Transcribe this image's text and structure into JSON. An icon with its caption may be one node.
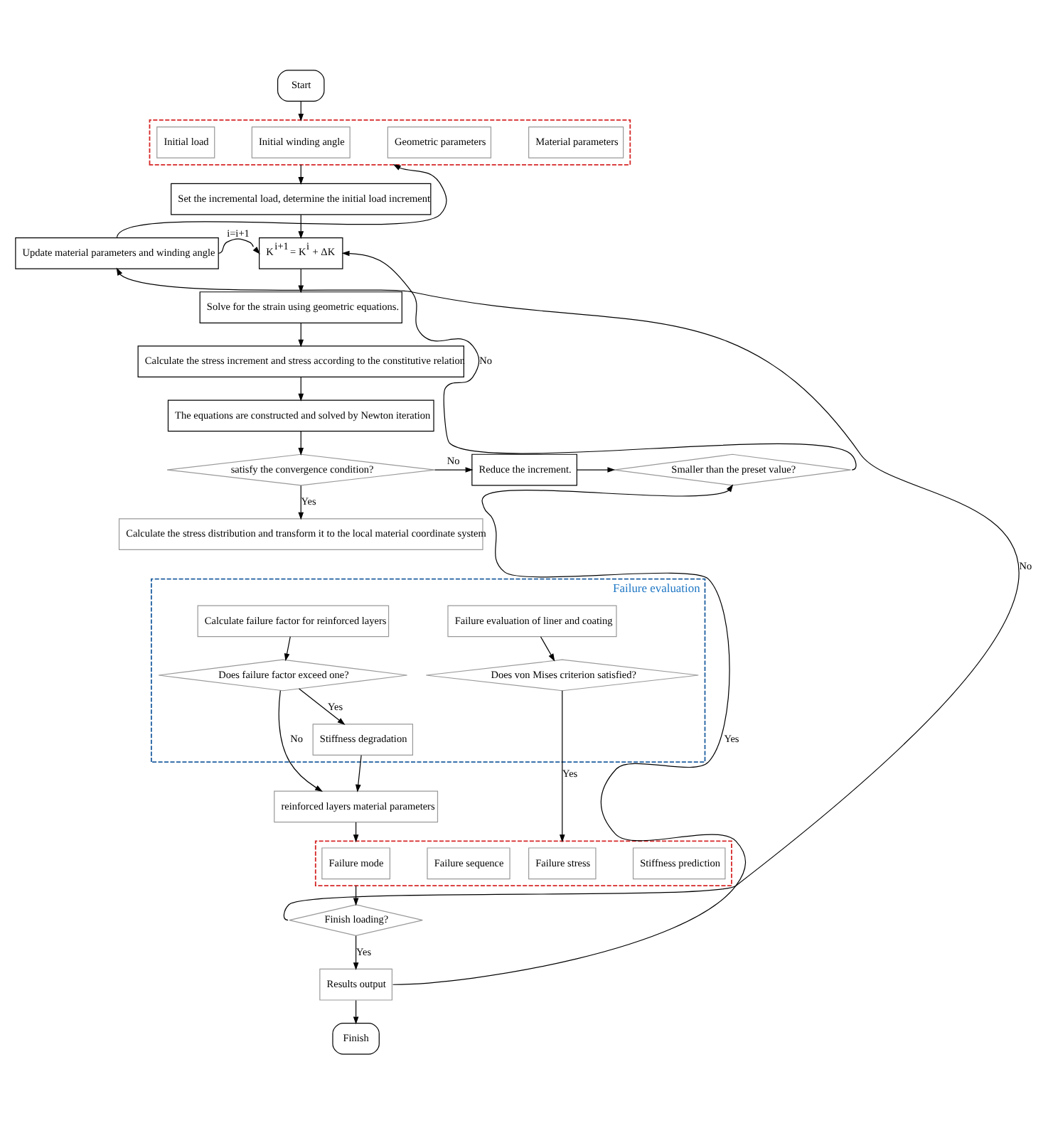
{
  "diagram": {
    "nodes": [
      {
        "text": [
          "Start"
        ]
      },
      {
        "text": [],
        "shape": "box"
      },
      {
        "text": [
          "Initial load"
        ],
        "in": 1
      },
      {
        "text": [
          "Initial winding angle"
        ],
        "in": 1
      },
      {
        "text": [
          "Geometric parameters"
        ],
        "in": 1
      },
      {
        "text": [
          "Material parameters"
        ],
        "in": 1
      },
      {
        "text": [
          "Set the incremental load, determine the initial load increment"
        ]
      },
      {
        "text": [
          "K$^{i+1}$ = K$^{i}$ + ΔK"
        ]
      },
      {
        "text": [
          "Solve for the strain using geometric equations."
        ]
      },
      {
        "text": [
          "Calculate the stress increment and stress according to the constitutive relation"
        ]
      },
      {
        "text": [
          "The equations are constructed and solved by Newton iteration"
        ]
      },
      {
        "text": [
          "satisfy the convergence condition?"
        ]
      },
      {
        "text": [
          "Reduce the increment."
        ]
      },
      {
        "text": [
          "Smaller than the preset value?"
        ]
      },
      {
        "text": [
          "Calculate the stress distribution and transform it to the local material coordinate system"
        ]
      },
      {
        "text": [
          "Failure evaluation"
        ]
      },
      {
        "text": [
          "Failure evaluation of liner and coating"
        ],
        "in": 15
      },
      {
        "text": [
          "Does von Mises criterion satisfied?"
        ],
        "in": 15
      },
      {
        "text": [
          "Calculate failure factor for reinforced layers"
        ],
        "in": 15
      },
      {
        "text": [
          "Does failure factor exceed one?"
        ],
        "in": 15
      },
      {
        "text": [
          "Stiffness degradation"
        ],
        "in": 15
      },
      {
        "text": [
          "reinforced layers material parameters"
        ]
      },
      {
        "text": [],
        "shape": "box"
      },
      {
        "text": [
          "Failure stress"
        ],
        "in": 22
      },
      {
        "text": [
          "Stiffness prediction"
        ],
        "in": 22
      },
      {
        "text": [
          "Failure mode"
        ],
        "in": 22
      },
      {
        "text": [
          "Failure sequence"
        ],
        "in": 22
      },
      {
        "text": [
          "Finish loading?"
        ]
      },
      {
        "text": [
          "Results output"
        ]
      },
      {
        "text": [
          "Finish"
        ]
      },
      {
        "text": [
          "Update material parameters and winding angle"
        ]
      }
    ],
    "edges": [
      {
        "from": 0,
        "to": 1,
        "arrow": "to"
      },
      {
        "from": 1,
        "to": 6,
        "arrow": "to"
      },
      {
        "from": 6,
        "to": 7,
        "arrow": "to"
      },
      {
        "from": 7,
        "to": 8,
        "arrow": "to"
      },
      {
        "from": 8,
        "to": 9,
        "arrow": "to"
      },
      {
        "from": 9,
        "to": 10,
        "arrow": "to"
      },
      {
        "from": 10,
        "to": 11,
        "arrow": "to"
      },
      {
        "from": 11,
        "to": 12,
        "arrow": "to",
        "label": "No"
      },
      {
        "from": 12,
        "to": 13,
        "arrow": "to"
      },
      {
        "from": 13,
        "to": 7,
        "arrow": "to",
        "label": "No"
      },
      {
        "from": 11,
        "to": 14,
        "arrow": "to",
        "label": "Yes"
      },
      {
        "from": 16,
        "to": 17,
        "arrow": "to"
      },
      {
        "from": 18,
        "to": 19,
        "arrow": "to"
      },
      {
        "from": 19,
        "to": 20,
        "arrow": "to",
        "label": "Yes"
      },
      {
        "from": 19,
        "to": 21,
        "arrow": "to",
        "label": "No"
      },
      {
        "from": 20,
        "to": 21,
        "arrow": "to"
      },
      {
        "from": 17,
        "to": 22,
        "arrow": "to",
        "label": "Yes"
      },
      {
        "from": 21,
        "to": 22,
        "arrow": "to"
      },
      {
        "from": 22,
        "to": 27,
        "arrow": "to"
      },
      {
        "from": 27,
        "to": 28,
        "arrow": "to",
        "label": "Yes"
      },
      {
        "from": 28,
        "to": 29,
        "arrow": "to"
      },
      {
        "from": 28,
        "to": 13,
        "arrow": "to",
        "label": "Yes"
      },
      {
        "from": 27,
        "to": 30,
        "arrow": "to",
        "label": "No"
      },
      {
        "from": 30,
        "to": 1,
        "arrow": "to"
      },
      {
        "from": 30,
        "to": 7,
        "arrow": "to",
        "label": "i=i+1"
      }
    ]
  }
}
